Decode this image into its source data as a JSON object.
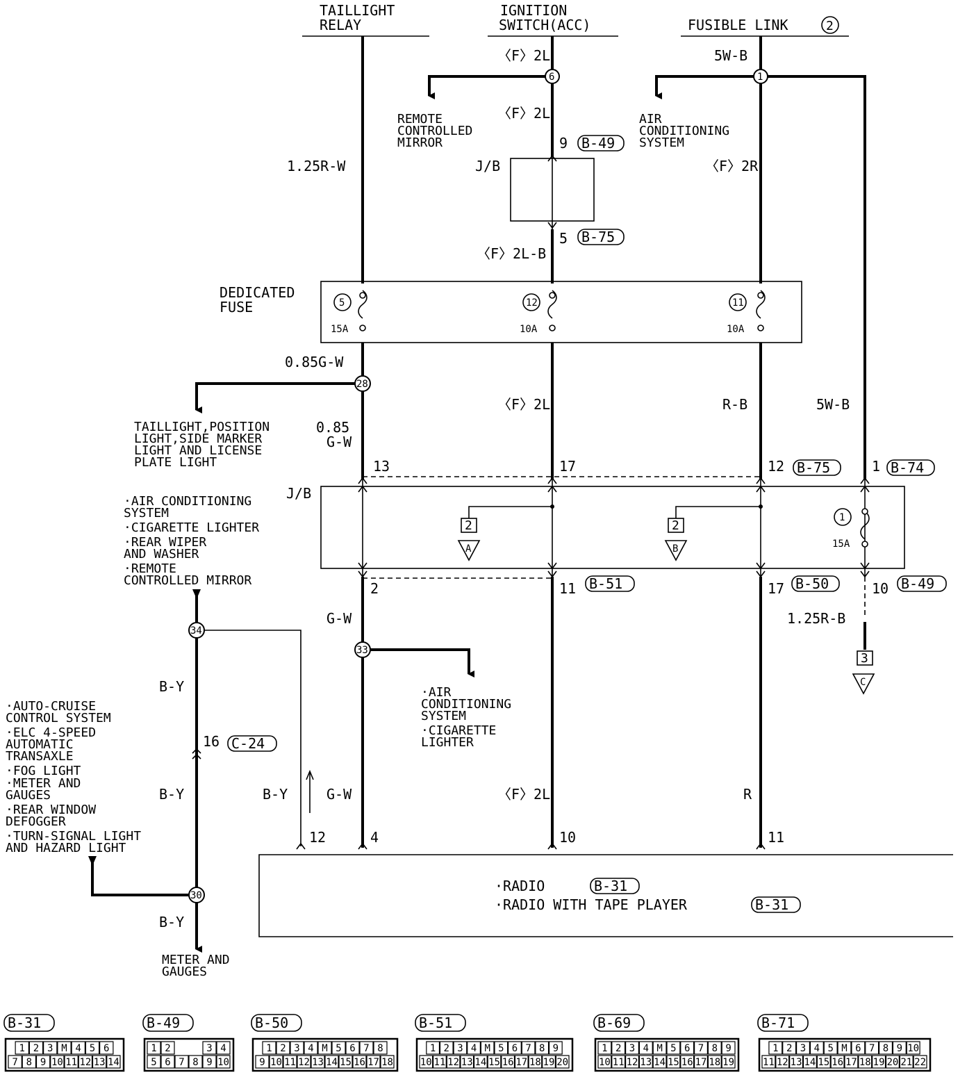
{
  "sources": {
    "taillight_relay": [
      "TAILLIGHT",
      "RELAY"
    ],
    "ignition_switch": [
      "IGNITION",
      "SWITCH(ACC)"
    ],
    "fusible_link": "FUSIBLE LINK",
    "fusible_link_num": "2"
  },
  "wires": {
    "w_125rw": "1.25R-W",
    "w_f2l_top": "〈F〉2L",
    "w_f2l_mid": "〈F〉2L",
    "w_f2lb": "〈F〉2L-B",
    "w_5wb_top": "5W-B",
    "w_f2r": "〈F〉2R",
    "w_085gw": "0.85G-W",
    "w_085": "0.85",
    "w_gw_a": "G-W",
    "w_f2l_low": "〈F〉2L",
    "w_rb": "R-B",
    "w_5wb_right": "5W-B",
    "w_gw_b": "G-W",
    "w_125rb": "1.25R-B",
    "w_by_1": "B-Y",
    "w_by_2": "B-Y",
    "w_by_3": "B-Y",
    "w_by_4": "B-Y",
    "w_gw_c": "G-W",
    "w_f2l_bot": "〈F〉2L",
    "w_r": "R"
  },
  "splices": {
    "s6": "6",
    "s1": "1",
    "s28": "28",
    "s34": "34",
    "s33": "33",
    "s30": "30"
  },
  "destinations": {
    "remote_mirror": [
      "REMOTE",
      "CONTROLLED",
      "MIRROR"
    ],
    "air_cond_top": [
      "AIR",
      "CONDITIONING",
      "SYSTEM"
    ],
    "taillight_group": [
      "TAILLIGHT,POSITION",
      "LIGHT,SIDE MARKER",
      "LIGHT AND LICENSE",
      "PLATE LIGHT"
    ],
    "left_list": [
      "·AIR CONDITIONING",
      " SYSTEM",
      "·CIGARETTE LIGHTER",
      "·REAR WIPER",
      " AND WASHER",
      "·REMOTE",
      " CONTROLLED MIRROR"
    ],
    "lower_left_list": [
      "·AUTO-CRUISE",
      " CONTROL SYSTEM",
      "·ELC 4-SPEED",
      " AUTOMATIC",
      " TRANSAXLE",
      "·FOG LIGHT",
      "·METER AND",
      " GAUGES",
      "·REAR WINDOW",
      " DEFOGGER",
      "·TURN-SIGNAL LIGHT",
      " AND HAZARD LIGHT"
    ],
    "ac_cig": [
      "·AIR",
      " CONDITIONING",
      " SYSTEM",
      "·CIGARETTE",
      " LIGHTER"
    ],
    "meter": [
      "METER AND",
      "GAUGES"
    ]
  },
  "jb": {
    "top_label": "J/B",
    "mid_label": "J/B"
  },
  "fuse_box": {
    "label": [
      "DEDICATED",
      "FUSE"
    ],
    "fuses": [
      {
        "num": "5",
        "rating": "15A"
      },
      {
        "num": "12",
        "rating": "10A"
      },
      {
        "num": "11",
        "rating": "10A"
      }
    ]
  },
  "jb_fuse": {
    "num": "1",
    "rating": "15A"
  },
  "pins": {
    "p9": "9",
    "c9": "B-49",
    "p5": "5",
    "c5": "B-75",
    "p13": "13",
    "p17": "17",
    "p12": "12",
    "c12": "B-75",
    "p1": "1",
    "c1": "B-74",
    "p2": "2",
    "p11": "11",
    "c11": "B-51",
    "p17b": "17",
    "c17b": "B-50",
    "p10": "10",
    "c10": "B-49",
    "p16": "16",
    "c16": "C-24",
    "r12": "12",
    "r4": "4",
    "r10": "10",
    "r11": "11"
  },
  "refs": [
    {
      "num": "2",
      "letter": "A"
    },
    {
      "num": "2",
      "letter": "B"
    },
    {
      "num": "3",
      "letter": "C"
    }
  ],
  "radio": {
    "line1": "·RADIO",
    "c1": "B-31",
    "line2": "·RADIO WITH TAPE PLAYER",
    "c2": "B-31"
  },
  "connectors": [
    {
      "name": "B-31",
      "row1": [
        "1",
        "2",
        "3",
        "M",
        "4",
        "5",
        "6"
      ],
      "row2": [
        "7",
        "8",
        "9",
        "10",
        "11",
        "12",
        "13",
        "14"
      ]
    },
    {
      "name": "B-49",
      "row1": [
        "1",
        "2",
        "",
        "",
        "3",
        "4"
      ],
      "row2": [
        "5",
        "6",
        "7",
        "8",
        "9",
        "10"
      ]
    },
    {
      "name": "B-50",
      "row1": [
        "1",
        "2",
        "3",
        "4",
        "M",
        "5",
        "6",
        "7",
        "8"
      ],
      "row2": [
        "9",
        "10",
        "11",
        "12",
        "13",
        "14",
        "15",
        "16",
        "17",
        "18"
      ]
    },
    {
      "name": "B-51",
      "row1": [
        "1",
        "2",
        "3",
        "4",
        "M",
        "5",
        "6",
        "7",
        "8",
        "9"
      ],
      "row2": [
        "10",
        "11",
        "12",
        "13",
        "14",
        "15",
        "16",
        "17",
        "18",
        "19",
        "20"
      ]
    },
    {
      "name": "B-69",
      "row1": [
        "1",
        "2",
        "3",
        "4",
        "M",
        "5",
        "6",
        "7",
        "8",
        "9"
      ],
      "row2": [
        "10",
        "11",
        "12",
        "13",
        "14",
        "15",
        "16",
        "17",
        "18",
        "19"
      ]
    },
    {
      "name": "B-71",
      "row1": [
        "1",
        "2",
        "3",
        "4",
        "5",
        "M",
        "6",
        "7",
        "8",
        "9",
        "10"
      ],
      "row2": [
        "11",
        "12",
        "13",
        "14",
        "15",
        "16",
        "17",
        "18",
        "19",
        "20",
        "21",
        "22"
      ]
    }
  ]
}
